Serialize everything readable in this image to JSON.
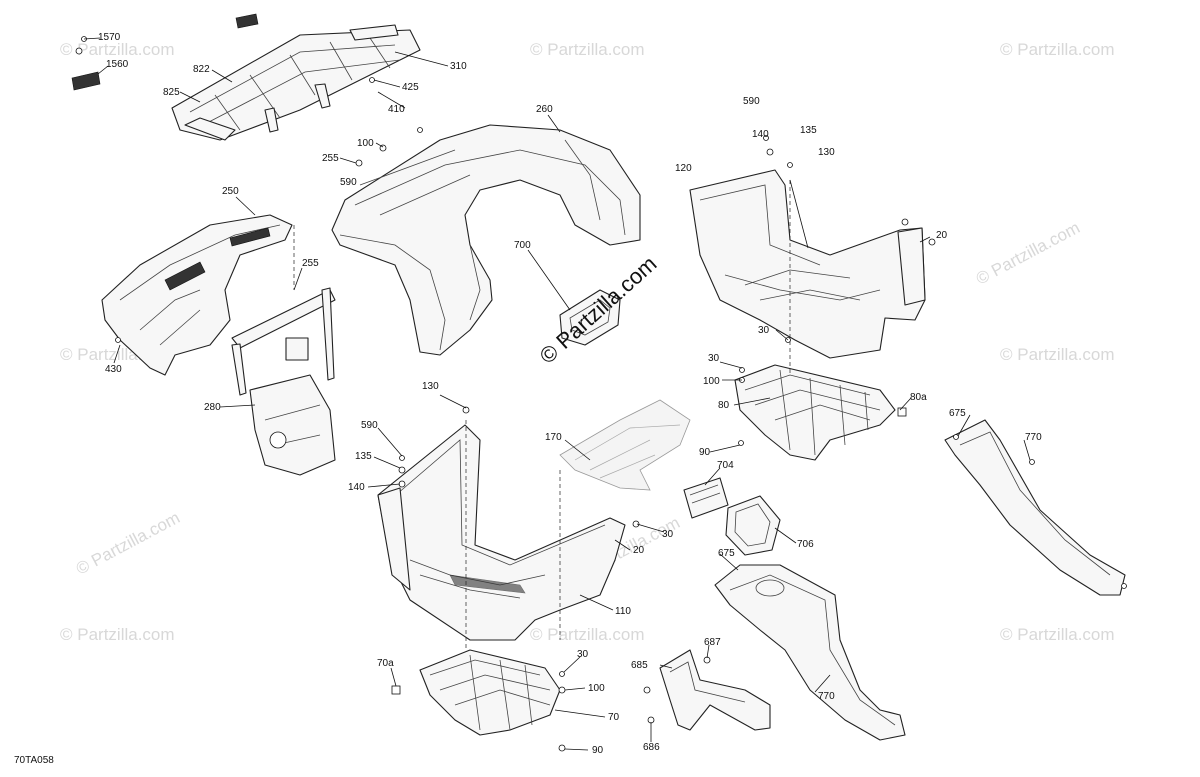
{
  "diagram": {
    "figure_code": "70TA058",
    "watermark_text": "© Partzilla.com",
    "callouts": {
      "c1570": "1570",
      "c1560": "1560",
      "c822": "822",
      "c825": "825",
      "c310": "310",
      "c425": "425",
      "c410": "410",
      "c260": "260",
      "c100a": "100",
      "c255a": "255",
      "c590a": "590",
      "c590b": "590",
      "c140a": "140",
      "c135a": "135",
      "c130a": "130",
      "c120": "120",
      "c20a": "20",
      "c250": "250",
      "c255b": "255",
      "c700": "700",
      "c430": "430",
      "c30a": "30",
      "c30b": "30",
      "c100b": "100",
      "c80": "80",
      "c80a": "80a",
      "c280": "280",
      "c130b": "130",
      "c590c": "590",
      "c135b": "135",
      "c140b": "140",
      "c170": "170",
      "c90a": "90",
      "c704": "704",
      "c675a": "675",
      "c770a": "770",
      "c30c": "30",
      "c20b": "20",
      "c706": "706",
      "c675b": "675",
      "c110": "110",
      "c70a": "70a",
      "c30d": "30",
      "c100c": "100",
      "c70": "70",
      "c90b": "90",
      "c687": "687",
      "c685": "685",
      "c686": "686",
      "c770b": "770"
    }
  }
}
